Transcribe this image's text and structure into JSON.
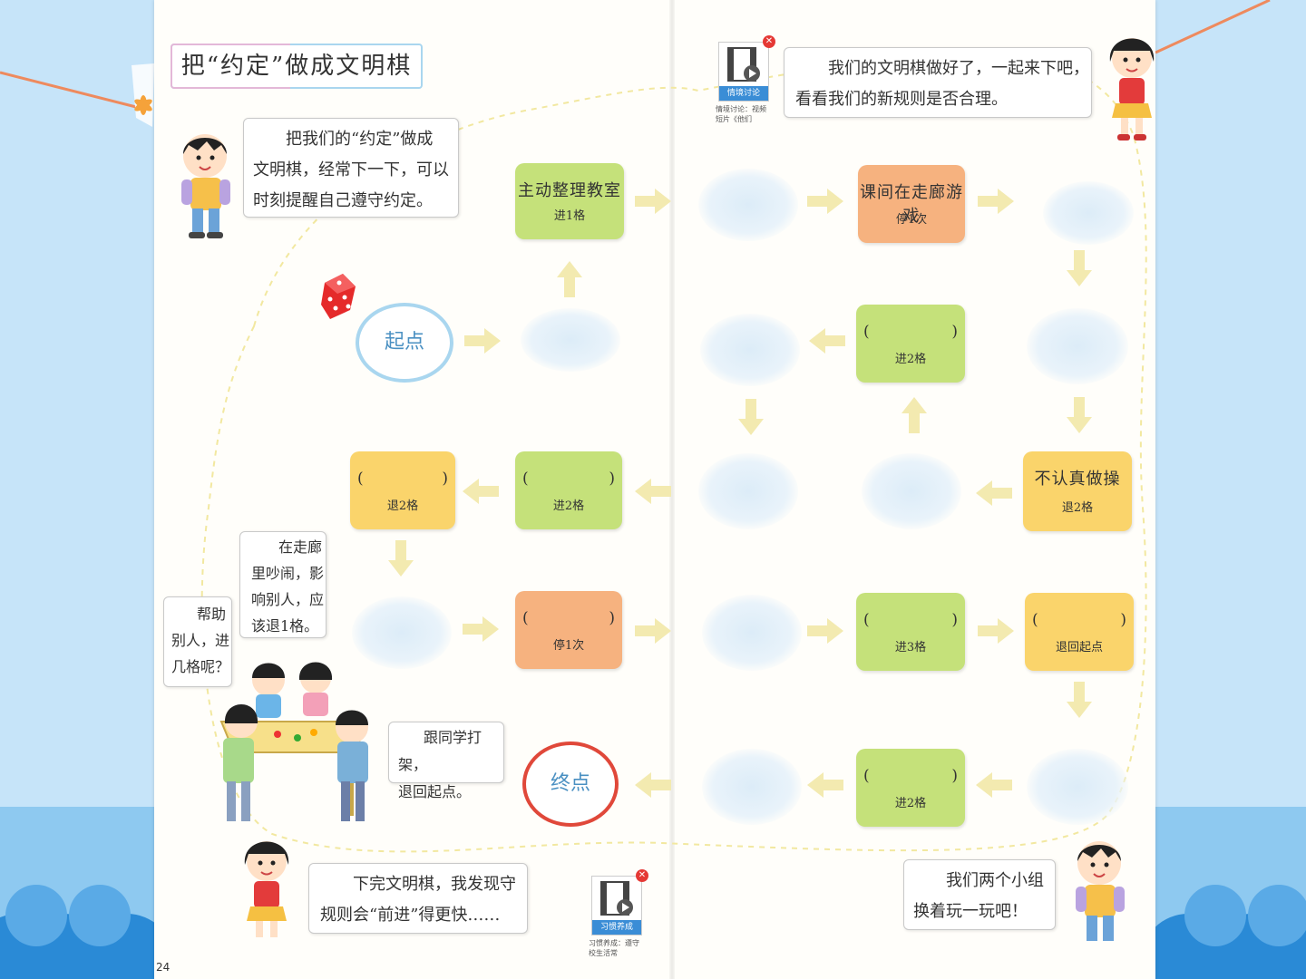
{
  "title": "把“约定”做成文明棋",
  "bubbles": {
    "intro": [
      "把我们的“约定”做成",
      "文明棋，经常下一下，可以",
      "时刻提醒自己遵守约定。"
    ],
    "play": [
      "我们的文明棋做好了，一起来下吧，",
      "看看我们的新规则是否合理。"
    ],
    "corridor": [
      "在走廊",
      "里吵闹，影",
      "响别人，应",
      "该退1格。"
    ],
    "help": [
      "帮助",
      "别人，进",
      "几格呢？"
    ],
    "fight": [
      "跟同学打架，",
      "退回起点。"
    ],
    "faster": [
      "下完文明棋，我发现守",
      "规则会“前进”得更快……"
    ],
    "swap": [
      "我们两个小组",
      "换着玩一玩吧！"
    ]
  },
  "board": {
    "start": "起点",
    "end": "终点",
    "cells": {
      "tidy_title": "主动整理教室",
      "tidy_rule": "进1格",
      "corridor_title": "课间在走廊游戏",
      "corridor_rule": "停1次",
      "blank_r2_rule": "进2格",
      "exercise_title": "不认真做操",
      "exercise_rule": "退2格",
      "blank_m1_rule": "进2格",
      "blank_m0_rule": "退2格",
      "blank_stop_rule": "停1次",
      "blank_adv3_rule": "进3格",
      "blank_back_rule": "退回起点",
      "blank_bottom_rule": "进2格",
      "paren_open": "(",
      "paren_close": ")"
    }
  },
  "icons": {
    "top": {
      "name": "film-icon",
      "label": "情境讨论",
      "caption": "情境讨论：视频短片《他们"
    },
    "bottom": {
      "name": "film-icon",
      "label": "习惯养成",
      "caption": "习惯养成：遵守校生活常"
    }
  },
  "page_number": "24",
  "colors": {
    "green": "#c5e17a",
    "yellow": "#fad46b",
    "orange": "#f6b27f",
    "arrow": "#f3eab0",
    "start_ring": "#a9d6ef",
    "end_ring": "#e0483a"
  }
}
